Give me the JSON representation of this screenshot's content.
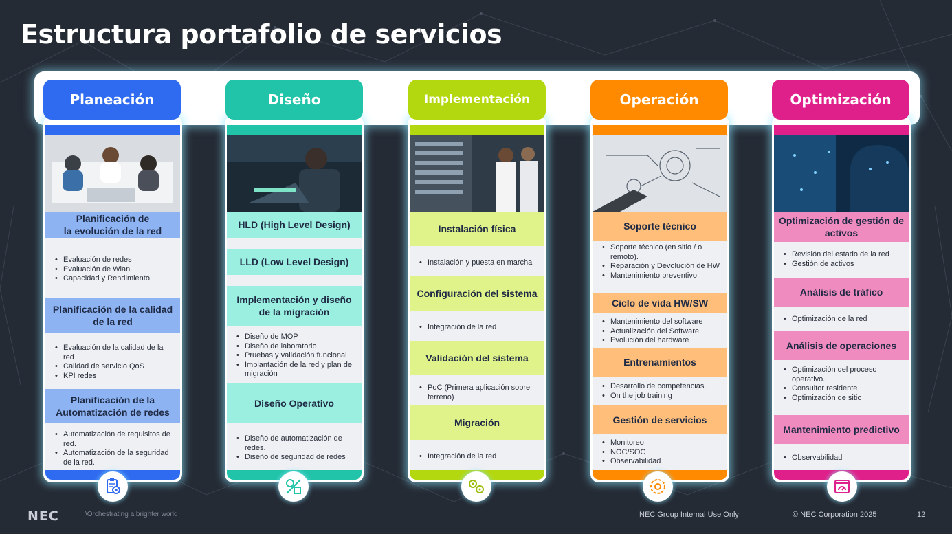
{
  "title": "Estructura portafolio de servicios",
  "colors": {
    "planeacion": "#2f6bf0",
    "diseno": "#21c4a8",
    "implementacion": "#b4d80f",
    "operacion": "#ff8a00",
    "optimizacion": "#e0208a",
    "planeacion_light": "#8db3f2",
    "diseno_light": "#9aefe0",
    "implementacion_light": "#e0f28a",
    "operacion_light": "#ffbf7a",
    "optimizacion_light": "#f08bbf"
  },
  "columns": [
    {
      "phase": "Planeación",
      "icon": "clipboard-target-icon",
      "sections": [
        {
          "title": "Planificación de\nla evolución de la red",
          "items": [
            "Evaluación de redes",
            "Evaluación de Wlan.",
            "Capacidad y Rendimiento"
          ]
        },
        {
          "title": "Planificación de la calidad de la red",
          "items": [
            "Evaluación de la calidad de la red",
            "Calidad de servicio QoS",
            "KPI redes"
          ]
        },
        {
          "title": "Planificación de la Automatización de redes",
          "items": [
            "Automatización de requisitos de red.",
            "Automatización de la seguridad de la red."
          ]
        }
      ]
    },
    {
      "phase": "Diseño",
      "icon": "design-tools-icon",
      "sections": [
        {
          "title": "HLD (High Level Design)",
          "items": []
        },
        {
          "title": "LLD  (Low Level Design)",
          "items": []
        },
        {
          "title": "Implementación y diseño de la migración",
          "items": [
            "Diseño de MOP",
            "Diseño de laboratorio",
            "Pruebas y validación funcional",
            "Implantación de la red y plan de migración"
          ]
        },
        {
          "title": "Diseño Operativo",
          "items": [
            "Diseño de automatización de redes.",
            "Diseño de seguridad de redes"
          ]
        }
      ]
    },
    {
      "phase": "Implementación",
      "icon": "gears-bulb-icon",
      "sections": [
        {
          "title": "Instalación física",
          "items": [
            "Instalación y puesta en marcha"
          ]
        },
        {
          "title": "Configuración del sistema",
          "items": [
            "Integración de la red"
          ]
        },
        {
          "title": "Validación del sistema",
          "items": [
            "PoC (Primera aplicación sobre terreno)"
          ]
        },
        {
          "title": "Migración",
          "items": [
            "Integración de la red"
          ]
        }
      ]
    },
    {
      "phase": "Operación",
      "icon": "gear-cycle-icon",
      "sections": [
        {
          "title": "Soporte técnico",
          "items": [
            "Soporte técnico (en sitio / o remoto).",
            "Reparación y Devolución de HW",
            "Mantenimiento preventivo"
          ]
        },
        {
          "title": "Ciclo de vida HW/SW",
          "items": [
            "Mantenimiento del software",
            "Actualización del Software",
            "Evolución del hardware"
          ]
        },
        {
          "title": "Entrenamientos",
          "items": [
            "Desarrollo de competencias.",
            "On the job training"
          ]
        },
        {
          "title": "Gestión de servicios",
          "items": [
            "Monitoreo",
            "NOC/SOC",
            "Observabilidad"
          ]
        }
      ]
    },
    {
      "phase": "Optimización",
      "icon": "dashboard-gauge-icon",
      "sections": [
        {
          "title": "Optimización de gestión de activos",
          "items": [
            "Revisión del estado de la red",
            "Gestión de activos"
          ]
        },
        {
          "title": "Análisis de tráfico",
          "items": [
            "Optimización de la red"
          ]
        },
        {
          "title": "Análisis de operaciones",
          "items": [
            "Optimización del proceso operativo.",
            "Consultor residente",
            "Optimización de sitio"
          ]
        },
        {
          "title": "Mantenimiento predictivo",
          "items": [
            "Observabilidad"
          ]
        }
      ]
    }
  ],
  "footer": {
    "logo": "NEC",
    "tagline": "\\Orchestrating a brighter world",
    "classification": "NEC Group Internal Use Only",
    "copyright": "© NEC Corporation 2025",
    "page": "12"
  }
}
